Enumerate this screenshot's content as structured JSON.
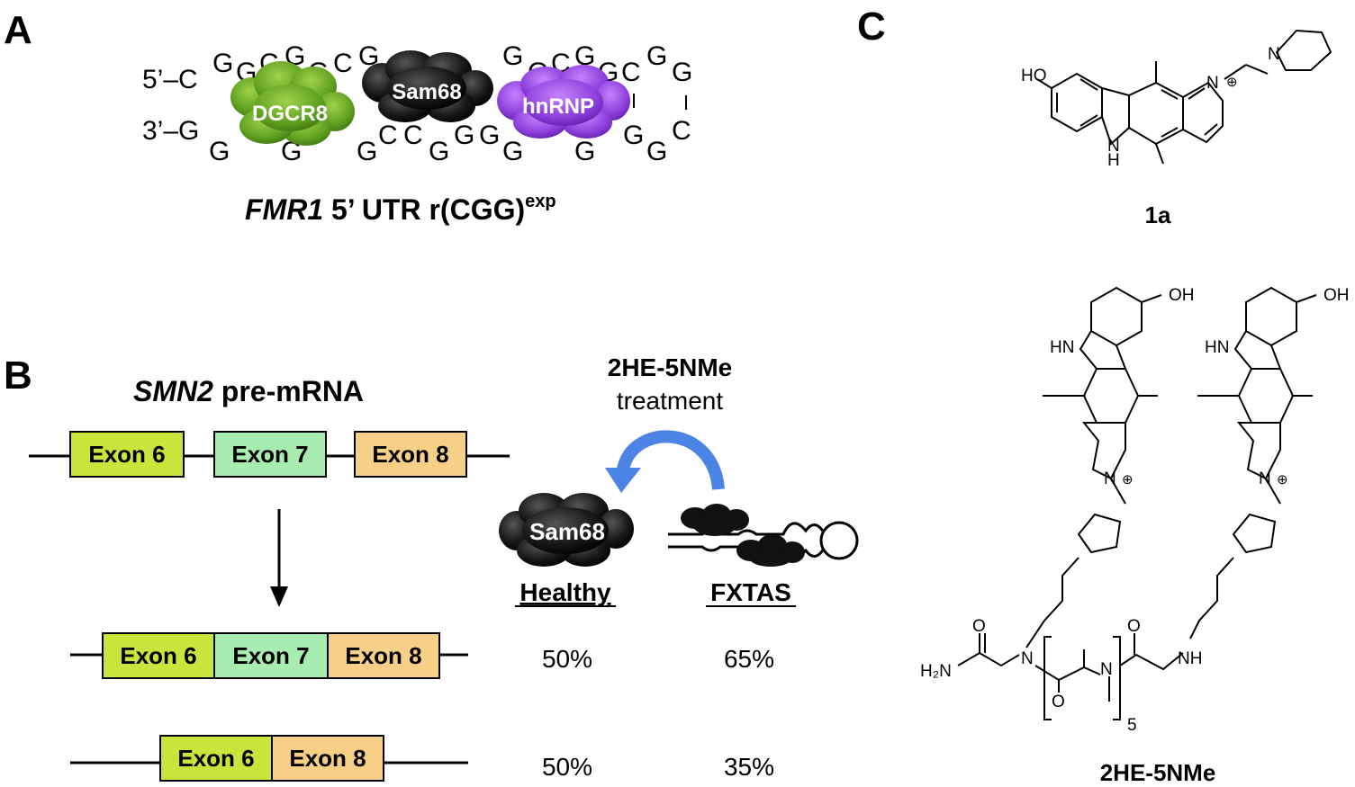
{
  "panels": {
    "a": "A",
    "b": "B",
    "c": "C"
  },
  "panel_a": {
    "five_prime": "5’–C",
    "three_prime": "3’–G",
    "top_bases": [
      "G",
      "G",
      "C",
      "G",
      "G",
      "C",
      "G",
      "G",
      "G",
      "C",
      "G",
      "G",
      "C",
      "G",
      "G",
      "C",
      "G",
      "G"
    ],
    "bottom_bases": [
      "G",
      "G",
      "C",
      "G",
      "C",
      "G",
      "G",
      "G",
      "G",
      "G",
      "G",
      "G",
      "G",
      "G",
      "C",
      "G",
      "G"
    ],
    "proteins": {
      "dgcr8": "DGCR8",
      "sam68": "Sam68",
      "hnrnp": "hnRNP"
    },
    "caption_gene": "FMR1",
    "caption_rest": " 5’ UTR r(CGG)",
    "caption_sup": "exp"
  },
  "panel_b": {
    "title_gene": "SMN2",
    "title_rest": " pre-mRNA",
    "exon6": "Exon 6",
    "exon7": "Exon 7",
    "exon8": "Exon 8",
    "treatment_name": "2HE-5NMe",
    "treatment_word": "treatment",
    "sam68": "Sam68",
    "healthy": "Healthy",
    "fxtas": "FXTAS",
    "row1_healthy": "50%",
    "row1_fxtas": "65%",
    "row2_healthy": "50%",
    "row2_fxtas": "35%"
  },
  "panel_c": {
    "compound1": "1a",
    "compound2": "2HE-5NMe",
    "ho": "HO",
    "oh": "OH",
    "nh": "H",
    "n": "N",
    "hn": "HN",
    "nplus": "N",
    "plus": "⊕",
    "h2n": "H₂N",
    "o": "O",
    "nh2": "NH",
    "five": "5"
  },
  "colors": {
    "exon6": "#c9e43a",
    "exon7": "#a8ecb0",
    "exon8": "#f7cf86",
    "dgcr8": "#5c9e1f",
    "sam68": "#1a1a1a",
    "hnrnp": "#8a3bd9",
    "arrow": "#4c84e6"
  }
}
